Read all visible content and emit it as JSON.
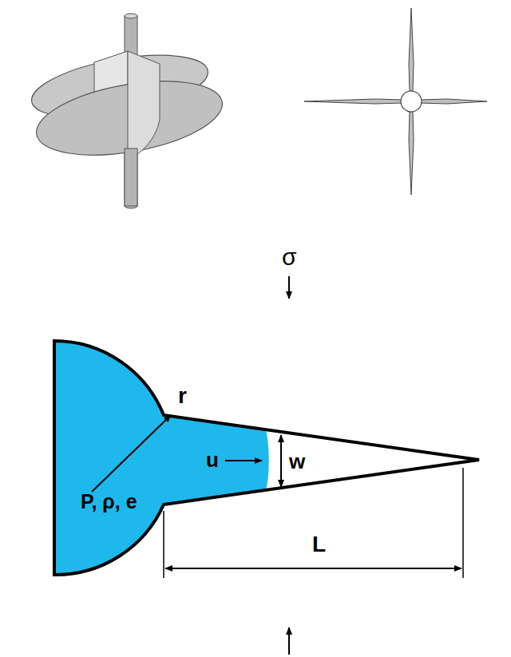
{
  "diagram": {
    "labels": [
      "σ",
      "r",
      "P, ρ, e",
      "u",
      "w",
      "L"
    ]
  }
}
